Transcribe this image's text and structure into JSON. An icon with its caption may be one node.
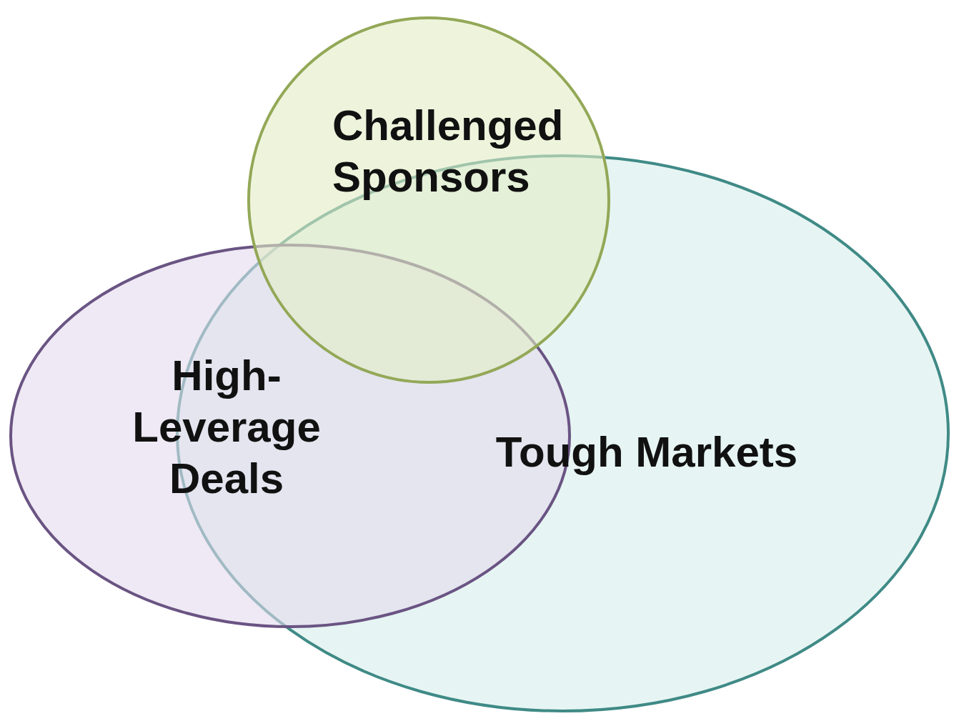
{
  "diagram": {
    "nodes": [
      {
        "text": [
          "Challenged Sponsors"
        ]
      },
      {
        "text": [
          "High- Leverage Deals"
        ]
      },
      {
        "text": [
          "Tough Markets"
        ]
      }
    ]
  }
}
